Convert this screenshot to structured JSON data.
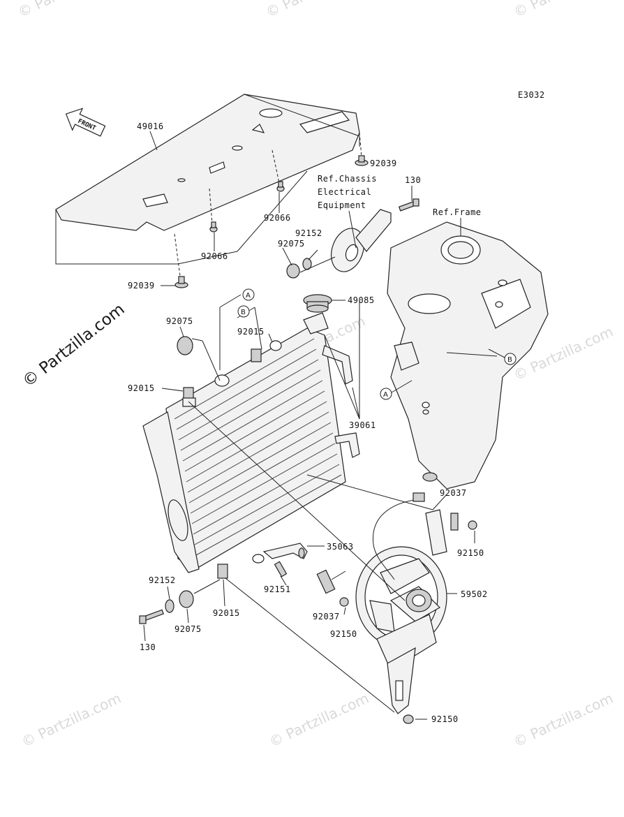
{
  "diagram": {
    "code": "E3032",
    "front_label": "FRONT",
    "watermark": "© Partzilla.com",
    "watermark_small": "© Partzilla.com",
    "refs": {
      "chassis_line1": "Ref.Chassis",
      "chassis_line2": "Electrical",
      "chassis_line3": "Equipment",
      "frame": "Ref.Frame"
    },
    "callouts": {
      "a": "A",
      "b": "B"
    },
    "parts": {
      "p49016": "49016",
      "p92039_top": "92039",
      "p130_top": "130",
      "p92066_right": "92066",
      "p92066_left": "92066",
      "p92152_top": "92152",
      "p92075_top": "92075",
      "p92039_left": "92039",
      "p49085": "49085",
      "p92075_left": "92075",
      "p92015_mid": "92015",
      "p92015_left": "92015",
      "p39061": "39061",
      "p92037_right": "92037",
      "p92150_right": "92150",
      "p35063": "35063",
      "p59502": "59502",
      "p92151": "92151",
      "p92152_bottom": "92152",
      "p92015_bottom": "92015",
      "p92037_mid": "92037",
      "p92150_mid": "92150",
      "p130_bottom": "130",
      "p92075_bottom": "92075",
      "p92150_bottom": "92150"
    }
  }
}
